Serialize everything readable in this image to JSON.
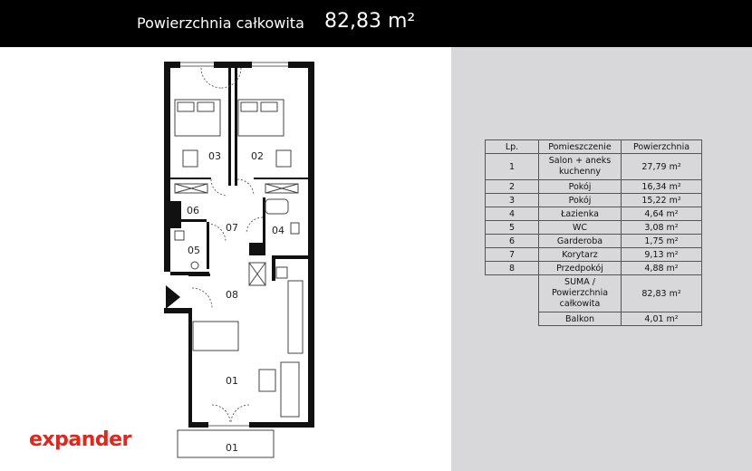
{
  "header": {
    "title": "Powierzchnia całkowita",
    "total_area": "82,83 m²"
  },
  "logo": {
    "text_a": "e",
    "text_x": "x",
    "text_b": "pander"
  },
  "plan": {
    "room_labels": [
      "03",
      "02",
      "06",
      "07",
      "04",
      "05",
      "08",
      "01",
      "01"
    ]
  },
  "table": {
    "headers": [
      "Lp.",
      "Pomieszczenie",
      "Powierzchnia"
    ],
    "rows": [
      {
        "lp": "1",
        "name": "Salon + aneks kuchenny",
        "area": "27,79 m²"
      },
      {
        "lp": "2",
        "name": "Pokój",
        "area": "16,34 m²"
      },
      {
        "lp": "3",
        "name": "Pokój",
        "area": "15,22 m²"
      },
      {
        "lp": "4",
        "name": "Łazienka",
        "area": "4,64 m²"
      },
      {
        "lp": "5",
        "name": "WC",
        "area": "3,08 m²"
      },
      {
        "lp": "6",
        "name": "Garderoba",
        "area": "1,75 m²"
      },
      {
        "lp": "7",
        "name": "Korytarz",
        "area": "9,13 m²"
      },
      {
        "lp": "8",
        "name": "Przedpokój",
        "area": "4,88 m²"
      }
    ],
    "sum_label": "SUMA / Powierzchnia całkowita",
    "sum_area": "82,83 m²",
    "balcony_label": "Balkon",
    "balcony_area": "4,01 m²"
  }
}
